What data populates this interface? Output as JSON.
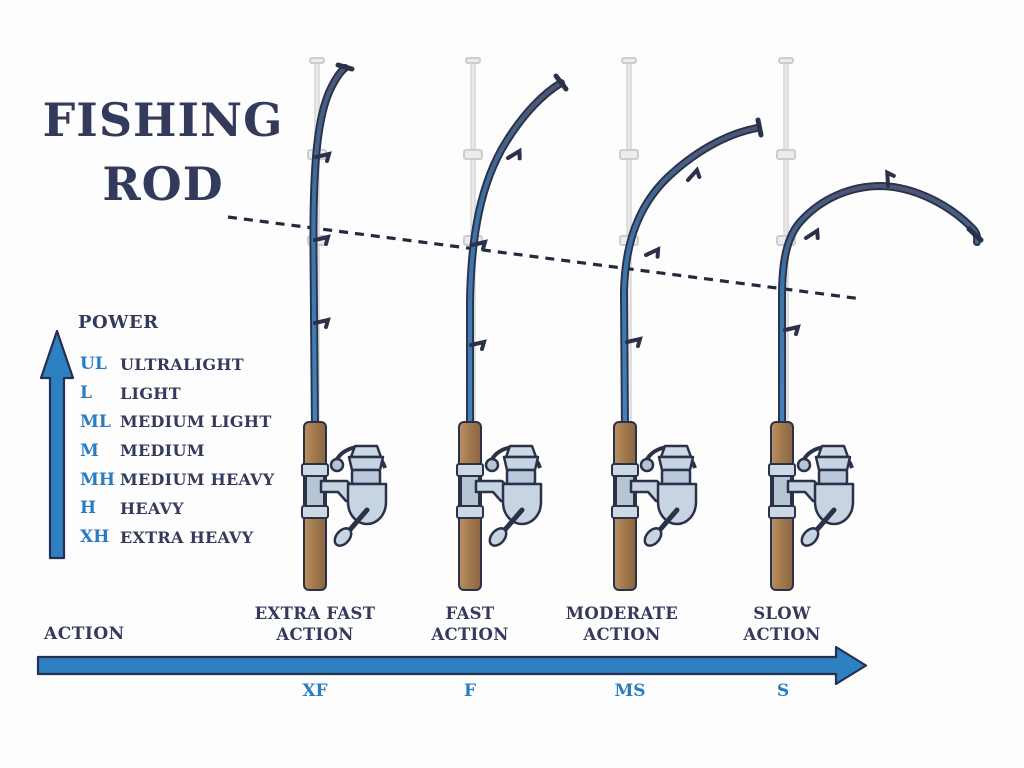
{
  "title": {
    "line1": "FISHING",
    "line2": "ROD"
  },
  "power": {
    "heading": "POWER",
    "items": [
      {
        "abbr": "UL",
        "label": "ULTRALIGHT"
      },
      {
        "abbr": "L",
        "label": "LIGHT"
      },
      {
        "abbr": "ML",
        "label": "MEDIUM LIGHT"
      },
      {
        "abbr": "M",
        "label": "MEDIUM"
      },
      {
        "abbr": "MH",
        "label": "MEDIUM HEAVY"
      },
      {
        "abbr": "H",
        "label": "HEAVY"
      },
      {
        "abbr": "XH",
        "label": "EXTRA HEAVY"
      }
    ]
  },
  "action": {
    "axis_label": "ACTION",
    "items": [
      {
        "line1": "EXTRA FAST",
        "line2": "ACTION",
        "abbr": "XF"
      },
      {
        "line1": "FAST",
        "line2": "ACTION",
        "abbr": "F"
      },
      {
        "line1": "MODERATE",
        "line2": "ACTION",
        "abbr": "MS"
      },
      {
        "line1": "SLOW",
        "line2": "ACTION",
        "abbr": "S"
      }
    ]
  },
  "colors": {
    "text_navy": "#333a5b",
    "accent_blue": "#2a7cc0",
    "rod_blue": "#3c77ae",
    "outline_navy": "#2b3148",
    "grip_brown": "#a37a4e",
    "reel_gray": "#c7d4e2",
    "ghost_gray": "#dedede",
    "background": "#fdfdfd"
  }
}
